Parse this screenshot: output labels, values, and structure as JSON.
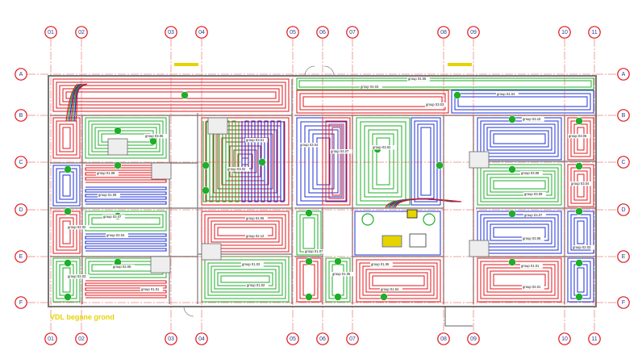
{
  "caption": "VDL begane grond",
  "column_axes": [
    "01",
    "02",
    "03",
    "04",
    "05",
    "06",
    "07",
    "08",
    "09",
    "10",
    "11"
  ],
  "row_axes": [
    "A",
    "B",
    "C",
    "D",
    "E",
    "F"
  ],
  "loop_colors": {
    "red": "#e0141b",
    "green": "#1fae2a",
    "blue": "#1c2fd6",
    "yellow": "#e6d400"
  },
  "room_groups": [
    {
      "label": "group 04.05",
      "color": "red"
    },
    {
      "label": "group 04.03",
      "color": "red"
    },
    {
      "label": "group 04.04",
      "color": "red"
    },
    {
      "label": "group 03.03",
      "color": "green"
    },
    {
      "label": "group 03.05",
      "color": "green"
    },
    {
      "label": "group 01.08",
      "color": "red"
    },
    {
      "label": "group 01.09",
      "color": "green"
    },
    {
      "label": "group 03.01",
      "color": "red"
    },
    {
      "label": "group 03.02",
      "color": "blue"
    },
    {
      "label": "group 03.04",
      "color": "blue"
    },
    {
      "label": "group 04.07",
      "color": "red"
    },
    {
      "label": "group 03.02",
      "color": "green"
    },
    {
      "label": "group 03.10",
      "color": "blue"
    },
    {
      "label": "group 03.08",
      "color": "green"
    },
    {
      "label": "group 03.09",
      "color": "red"
    },
    {
      "label": "group 03.07",
      "color": "red"
    },
    {
      "label": "group 03.06",
      "color": "blue"
    },
    {
      "label": "group 03.05",
      "color": "green"
    },
    {
      "label": "group 03.04",
      "color": "red"
    },
    {
      "label": "group 02.06",
      "color": "red"
    },
    {
      "label": "group 02.12",
      "color": "blue"
    },
    {
      "label": "group 02.07",
      "color": "green"
    },
    {
      "label": "group 02.04",
      "color": "blue"
    },
    {
      "label": "group 02.02",
      "color": "red"
    },
    {
      "label": "group 02.03",
      "color": "blue"
    },
    {
      "label": "group 02.05",
      "color": "green"
    },
    {
      "label": "group 01.01",
      "color": "red"
    },
    {
      "label": "group 01.07",
      "color": "red"
    },
    {
      "label": "group 01.05",
      "color": "blue"
    },
    {
      "label": "group 01.03",
      "color": "red"
    },
    {
      "label": "group 01.02",
      "color": "green"
    },
    {
      "label": "group 01.06",
      "color": "red"
    },
    {
      "label": "group 01.04",
      "color": "green"
    },
    {
      "label": "group 01.01",
      "color": "red"
    },
    {
      "label": "group 02.01",
      "color": "red"
    },
    {
      "label": "group 02.03",
      "color": "green"
    }
  ]
}
